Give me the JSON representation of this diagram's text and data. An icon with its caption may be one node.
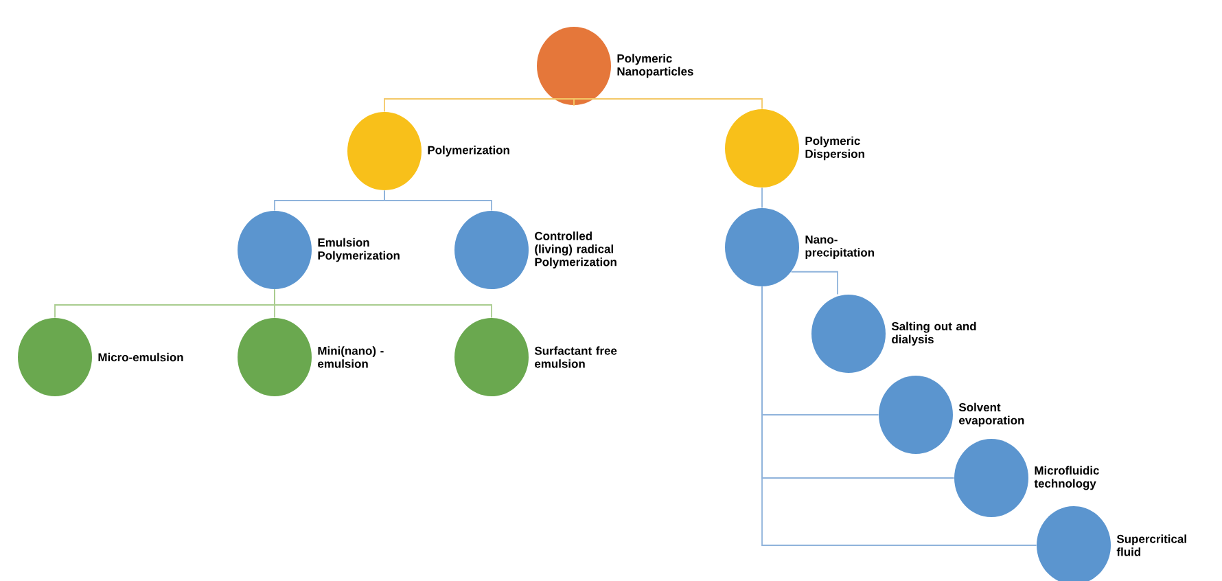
{
  "diagram": {
    "nodes": [
      {
        "text": [
          "Polymeric Nanoparticles"
        ]
      },
      {
        "text": [
          "Polymerization"
        ]
      },
      {
        "text": [
          "Polymeric Dispersion"
        ]
      },
      {
        "text": [
          "Emulsion Polymerization"
        ]
      },
      {
        "text": [
          "Controlled (living) radical Polymerization"
        ]
      },
      {
        "text": [
          "Nano-precipitation"
        ]
      },
      {
        "text": [
          "Micro-emulsion"
        ]
      },
      {
        "text": [
          "Mini(nano) - emulsion"
        ]
      },
      {
        "text": [
          "Surfactant free emulsion"
        ]
      },
      {
        "text": [
          "Salting out and dialysis"
        ]
      },
      {
        "text": [
          "Solvent evaporation"
        ]
      },
      {
        "text": [
          "Microfluidic technology"
        ]
      },
      {
        "text": [
          "Supercritical fluid"
        ]
      }
    ],
    "edges": [
      {
        "from": 0,
        "to": 1,
        "arrow": "none",
        "color": "#f3c867"
      },
      {
        "from": 0,
        "to": 2,
        "arrow": "none",
        "color": "#f3c867"
      },
      {
        "from": 1,
        "to": 3,
        "arrow": "none"
      },
      {
        "from": 1,
        "to": 4,
        "arrow": "none"
      },
      {
        "from": 2,
        "to": 5,
        "arrow": "none"
      },
      {
        "from": 3,
        "to": 6,
        "arrow": "none",
        "color": "#a9cc8e"
      },
      {
        "from": 3,
        "to": 7,
        "arrow": "none",
        "color": "#a9cc8e"
      },
      {
        "from": 3,
        "to": 8,
        "arrow": "none",
        "color": "#a9cc8e"
      },
      {
        "from": 5,
        "to": 9,
        "arrow": "none"
      },
      {
        "from": 5,
        "to": 10,
        "arrow": "none"
      },
      {
        "from": 5,
        "to": 11,
        "arrow": "none"
      },
      {
        "from": 5,
        "to": 12,
        "arrow": "none"
      }
    ]
  }
}
